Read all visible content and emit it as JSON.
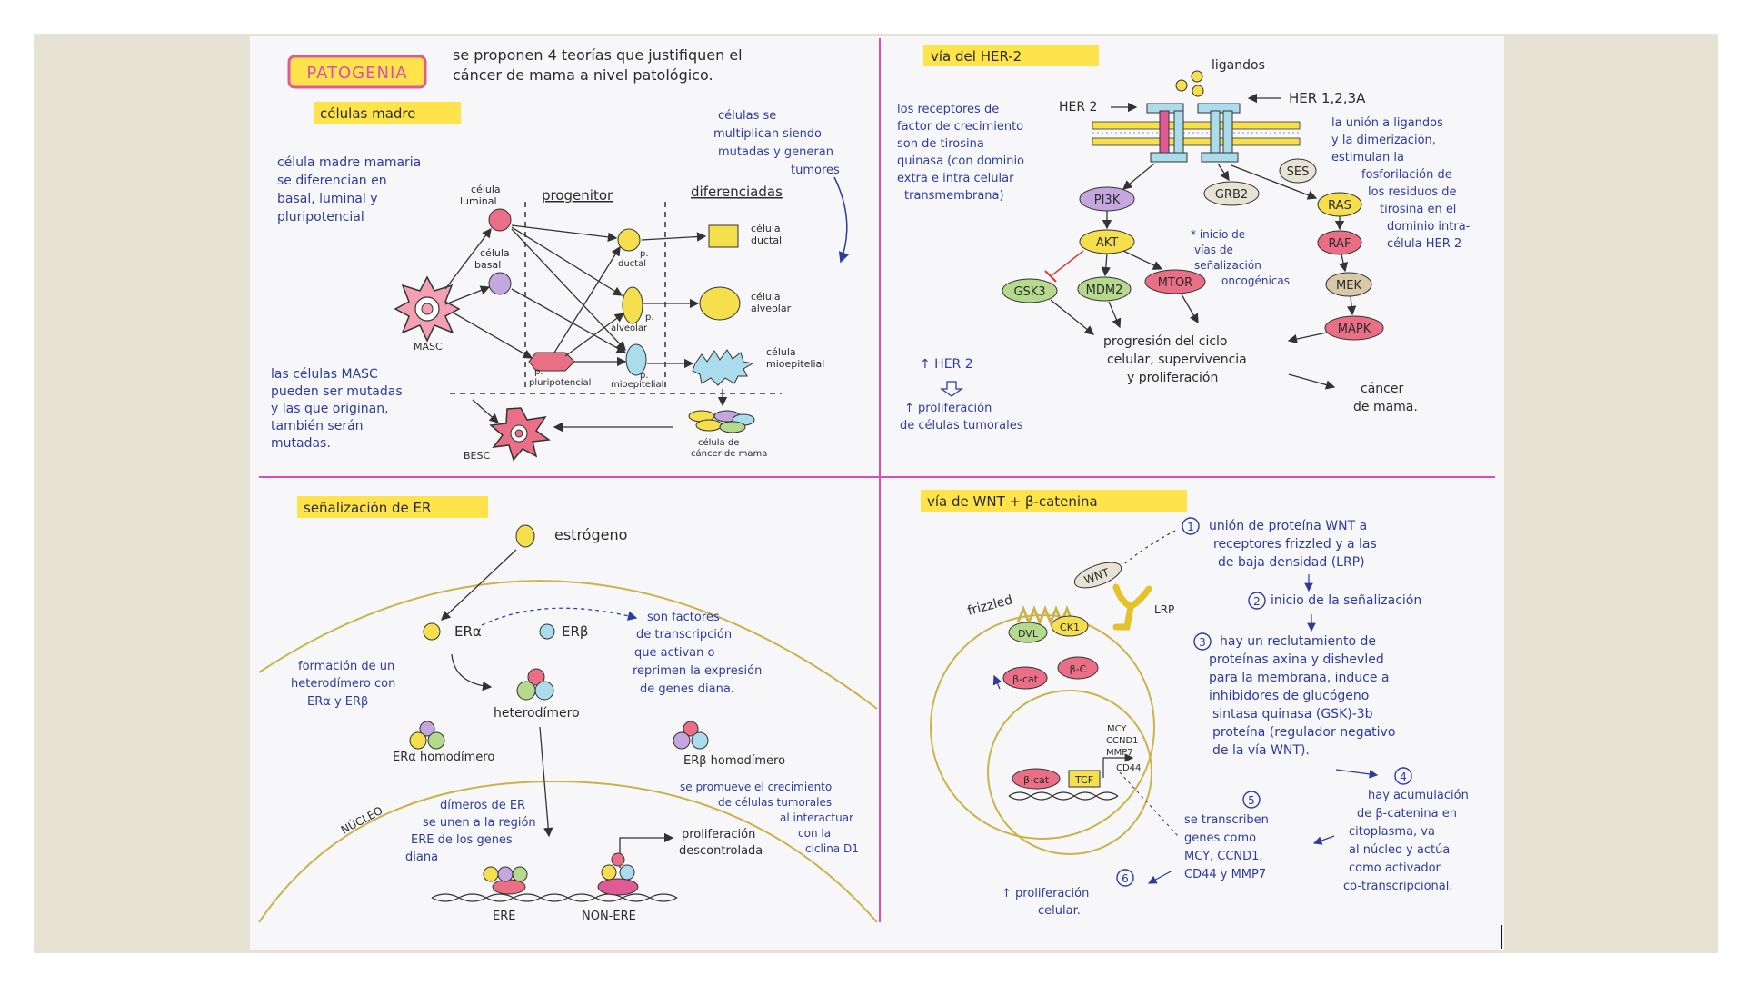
{
  "colors": {
    "frame_bg": "#e6e2d4",
    "paper": "#f7f7f9",
    "pink_line": "#d94fb3",
    "ink_blue": "#2d3c9c",
    "ink_black": "#2a2a2a",
    "highlight_yellow": "#ffe34a",
    "nucleus_line": "#c9b34a",
    "yellow": "#f5df4d",
    "red_pink": "#ea6f86",
    "purple": "#c4a7de",
    "green": "#b5d98d",
    "blue_light": "#aadcec",
    "magenta": "#e05a96"
  },
  "q1": {
    "title_box": "PATOGENIA",
    "intro": [
      "se proponen 4 teorías que justifiquen el",
      "cáncer de mama a nivel patológico."
    ],
    "heading": "células madre",
    "left_note": [
      "célula madre mamaria",
      "se diferencian en",
      "basal, luminal y",
      "pluripotencial"
    ],
    "right_note": [
      "células se",
      "multiplican siendo",
      "mutadas y generan",
      "tumores"
    ],
    "bottom_note": [
      "las células MASC",
      "pueden ser mutadas",
      "y las que originan,",
      "también serán",
      "mutadas."
    ],
    "col_progenitor": "progenitor",
    "col_diferenciadas": "diferenciadas",
    "lbl_luminal": [
      "célula",
      "luminal"
    ],
    "lbl_basal": [
      "célula",
      "basal"
    ],
    "lbl_masc": "MASC",
    "lbl_besc": "BESC",
    "lbl_p_ductal": [
      "p.",
      "ductal"
    ],
    "lbl_p_alveolar": [
      "p.",
      "alveolar"
    ],
    "lbl_p_pluri": [
      "p.",
      "pluripotencial"
    ],
    "lbl_p_mio": [
      "p.",
      "mioepitelial"
    ],
    "lbl_ductal": [
      "célula",
      "ductal"
    ],
    "lbl_alveolar": [
      "célula",
      "alveolar"
    ],
    "lbl_mio": [
      "célula",
      "mioepitelial"
    ],
    "lbl_cancer": [
      "célula de",
      "cáncer de mama"
    ]
  },
  "q2": {
    "heading": "vía del HER-2",
    "ligandos": "ligandos",
    "her2": "HER 2",
    "her123": "HER 1,2,3A",
    "left_note": [
      "los receptores de",
      "factor de crecimiento",
      "son de tirosina",
      "quinasa (con dominio",
      "extra e intra celular",
      "transmembrana)"
    ],
    "right_note": [
      "la unión a ligandos",
      "y la dimerización,",
      "estimulan la",
      "fosforilación de",
      "los residuos de",
      "tirosina en el",
      "dominio intra-",
      "célula HER 2"
    ],
    "mid_note": [
      "* inicio de",
      "vías de",
      "señalización",
      "oncogénicas"
    ],
    "nodes": {
      "pi3k": "PI3K",
      "akt": "AKT",
      "gsk3": "GSK3",
      "mdm2": "MDM2",
      "mtor": "MTOR",
      "grb2": "GRB2",
      "ses": "SES",
      "ras": "RAS",
      "raf": "RAF",
      "mek": "MEK",
      "mapk": "MAPK"
    },
    "progression": [
      "progresión del ciclo",
      "celular, supervivencia",
      "y proliferación"
    ],
    "cancer": [
      "cáncer",
      "de mama."
    ],
    "her2_up": "↑ HER 2",
    "prolif": [
      "↑ proliferación",
      "de células tumorales"
    ]
  },
  "q3": {
    "heading": "señalización de ER",
    "estrogeno": "estrógeno",
    "era": "ERα",
    "erb": "ERβ",
    "left_note": [
      "formación de un",
      "heterodímero con",
      "ERα y ERβ"
    ],
    "right_note": [
      "son factores",
      "de transcripción",
      "que activan o",
      "reprimen la expresión",
      "de genes diana."
    ],
    "heterodimero": "heterodímero",
    "era_homo": "ERα homodímero",
    "erb_homo": "ERβ homodímero",
    "nucleo": "NÚCLEO",
    "dimer_note": [
      "dímeros de ER",
      "se unen a la región",
      "ERE de los genes",
      "diana"
    ],
    "promote_note": [
      "se promueve el crecimiento",
      "de células tumorales",
      "al interactuar",
      "con la",
      "ciclina D1"
    ],
    "prolif": [
      "proliferación",
      "descontrolada"
    ],
    "ere": "ERE",
    "nonere": "NON-ERE"
  },
  "q4": {
    "heading": "vía de WNT + β-catenina",
    "wnt": "WNT",
    "frizzled": "frizzled",
    "lrp": "LRP",
    "dvl": "DVL",
    "ck1": "CK1",
    "bcat": "β-cat",
    "bc": "β-C",
    "tcf": "TCF",
    "genes": [
      "MCY",
      "CCND1",
      "MMP7",
      "CD44"
    ],
    "step1": [
      "unión de proteína WNT a",
      "receptores frizzled y a las",
      "de baja densidad (LRP)"
    ],
    "step2": "inicio de la señalización",
    "step3": [
      "hay un reclutamiento de",
      "proteínas axina y dishevled",
      "para la membrana, induce a",
      "inhibidores de glucógeno",
      "sintasa quinasa (GSK)-3b",
      "proteína (regulador negativo",
      "de la vía WNT)."
    ],
    "step4": [
      "hay acumulación",
      "de β-catenina en",
      "citoplasma, va",
      "al núcleo y actúa",
      "como activador",
      "co-transcripcional."
    ],
    "step5": [
      "se transcriben",
      "genes como",
      "MCY, CCND1,",
      "CD44 y MMP7"
    ],
    "step6": [
      "↑ proliferación",
      "celular."
    ],
    "num1": "1",
    "num2": "2",
    "num3": "3",
    "num4": "4",
    "num5": "5",
    "num6": "6"
  }
}
